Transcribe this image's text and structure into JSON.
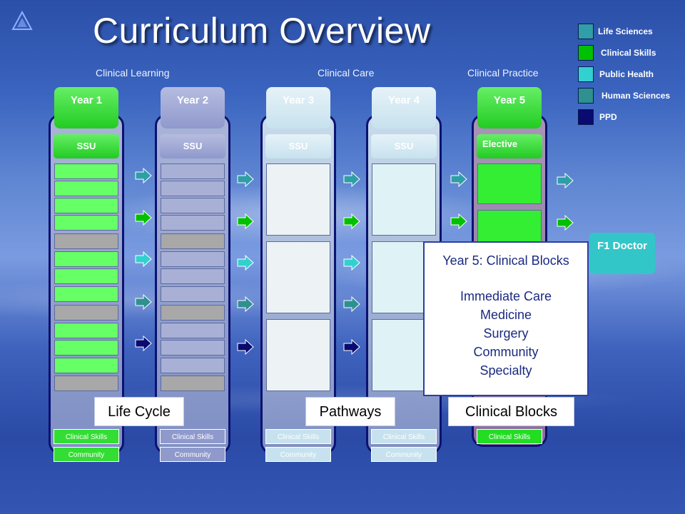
{
  "title": "Curriculum Overview",
  "phases": [
    "Clinical Learning",
    "Clinical Care",
    "Clinical Practice"
  ],
  "legend": [
    {
      "label": "Life Sciences",
      "color": "#2f9ea8"
    },
    {
      "label": "Clinical Skills",
      "color": "#00c000"
    },
    {
      "label": "Public Health",
      "color": "#33d0d0"
    },
    {
      "label": "Human Sciences",
      "color": "#2f9090"
    },
    {
      "label": "PPD",
      "color": "#0a0a70"
    }
  ],
  "years": [
    {
      "label": "Year 1",
      "top": "SSU",
      "bottom": [
        "Clinical Skills",
        "Community"
      ]
    },
    {
      "label": "Year 2",
      "top": "SSU",
      "bottom": [
        "Clinical Skills",
        "Community"
      ]
    },
    {
      "label": "Year 3",
      "top": "SSU",
      "bottom": [
        "Clinical Skills",
        "Community"
      ]
    },
    {
      "label": "Year 4",
      "top": "SSU",
      "bottom": [
        "Clinical Skills",
        "Community"
      ]
    },
    {
      "label": "Year 5",
      "top": "Elective",
      "bottom": [
        "Clinical Skills"
      ]
    }
  ],
  "outcome": "F1 Doctor",
  "popup": {
    "title": "Year 5: Clinical Blocks",
    "items": [
      "Immediate Care",
      "Medicine",
      "Surgery",
      "Community",
      "Specialty"
    ]
  },
  "labels": [
    "Life Cycle",
    "Pathways",
    "Clinical Blocks"
  ]
}
